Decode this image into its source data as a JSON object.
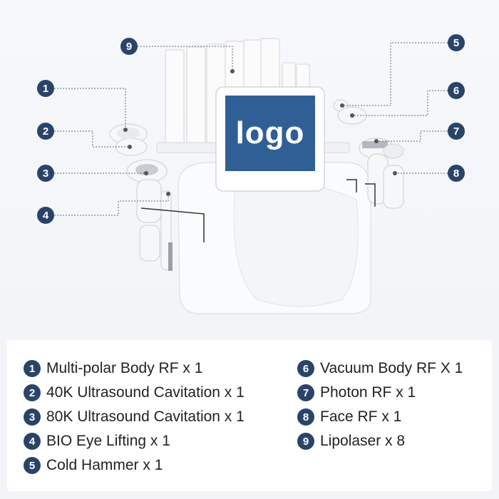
{
  "callouts": [
    {
      "num": "1"
    },
    {
      "num": "2"
    },
    {
      "num": "3"
    },
    {
      "num": "4"
    },
    {
      "num": "5"
    },
    {
      "num": "6"
    },
    {
      "num": "7"
    },
    {
      "num": "8"
    },
    {
      "num": "9"
    }
  ],
  "screen": {
    "logo_text": "logo"
  },
  "legend": [
    {
      "num": "1",
      "label": "Multi-polar Body RF x 1"
    },
    {
      "num": "2",
      "label": "40K Ultrasound Cavitation x 1"
    },
    {
      "num": "3",
      "label": "80K Ultrasound Cavitation x 1"
    },
    {
      "num": "4",
      "label": "BIO Eye Lifting x 1"
    },
    {
      "num": "5",
      "label": "Cold Hammer x 1"
    },
    {
      "num": "6",
      "label": "Vacuum Body RF X 1"
    },
    {
      "num": "7",
      "label": "Photon RF x 1"
    },
    {
      "num": "8",
      "label": "Face RF x 1"
    },
    {
      "num": "9",
      "label": "Lipolaser x 8"
    }
  ],
  "colors": {
    "badge": "#2a4468",
    "screen": "#2f5f95",
    "background": "#f2f4f7"
  }
}
